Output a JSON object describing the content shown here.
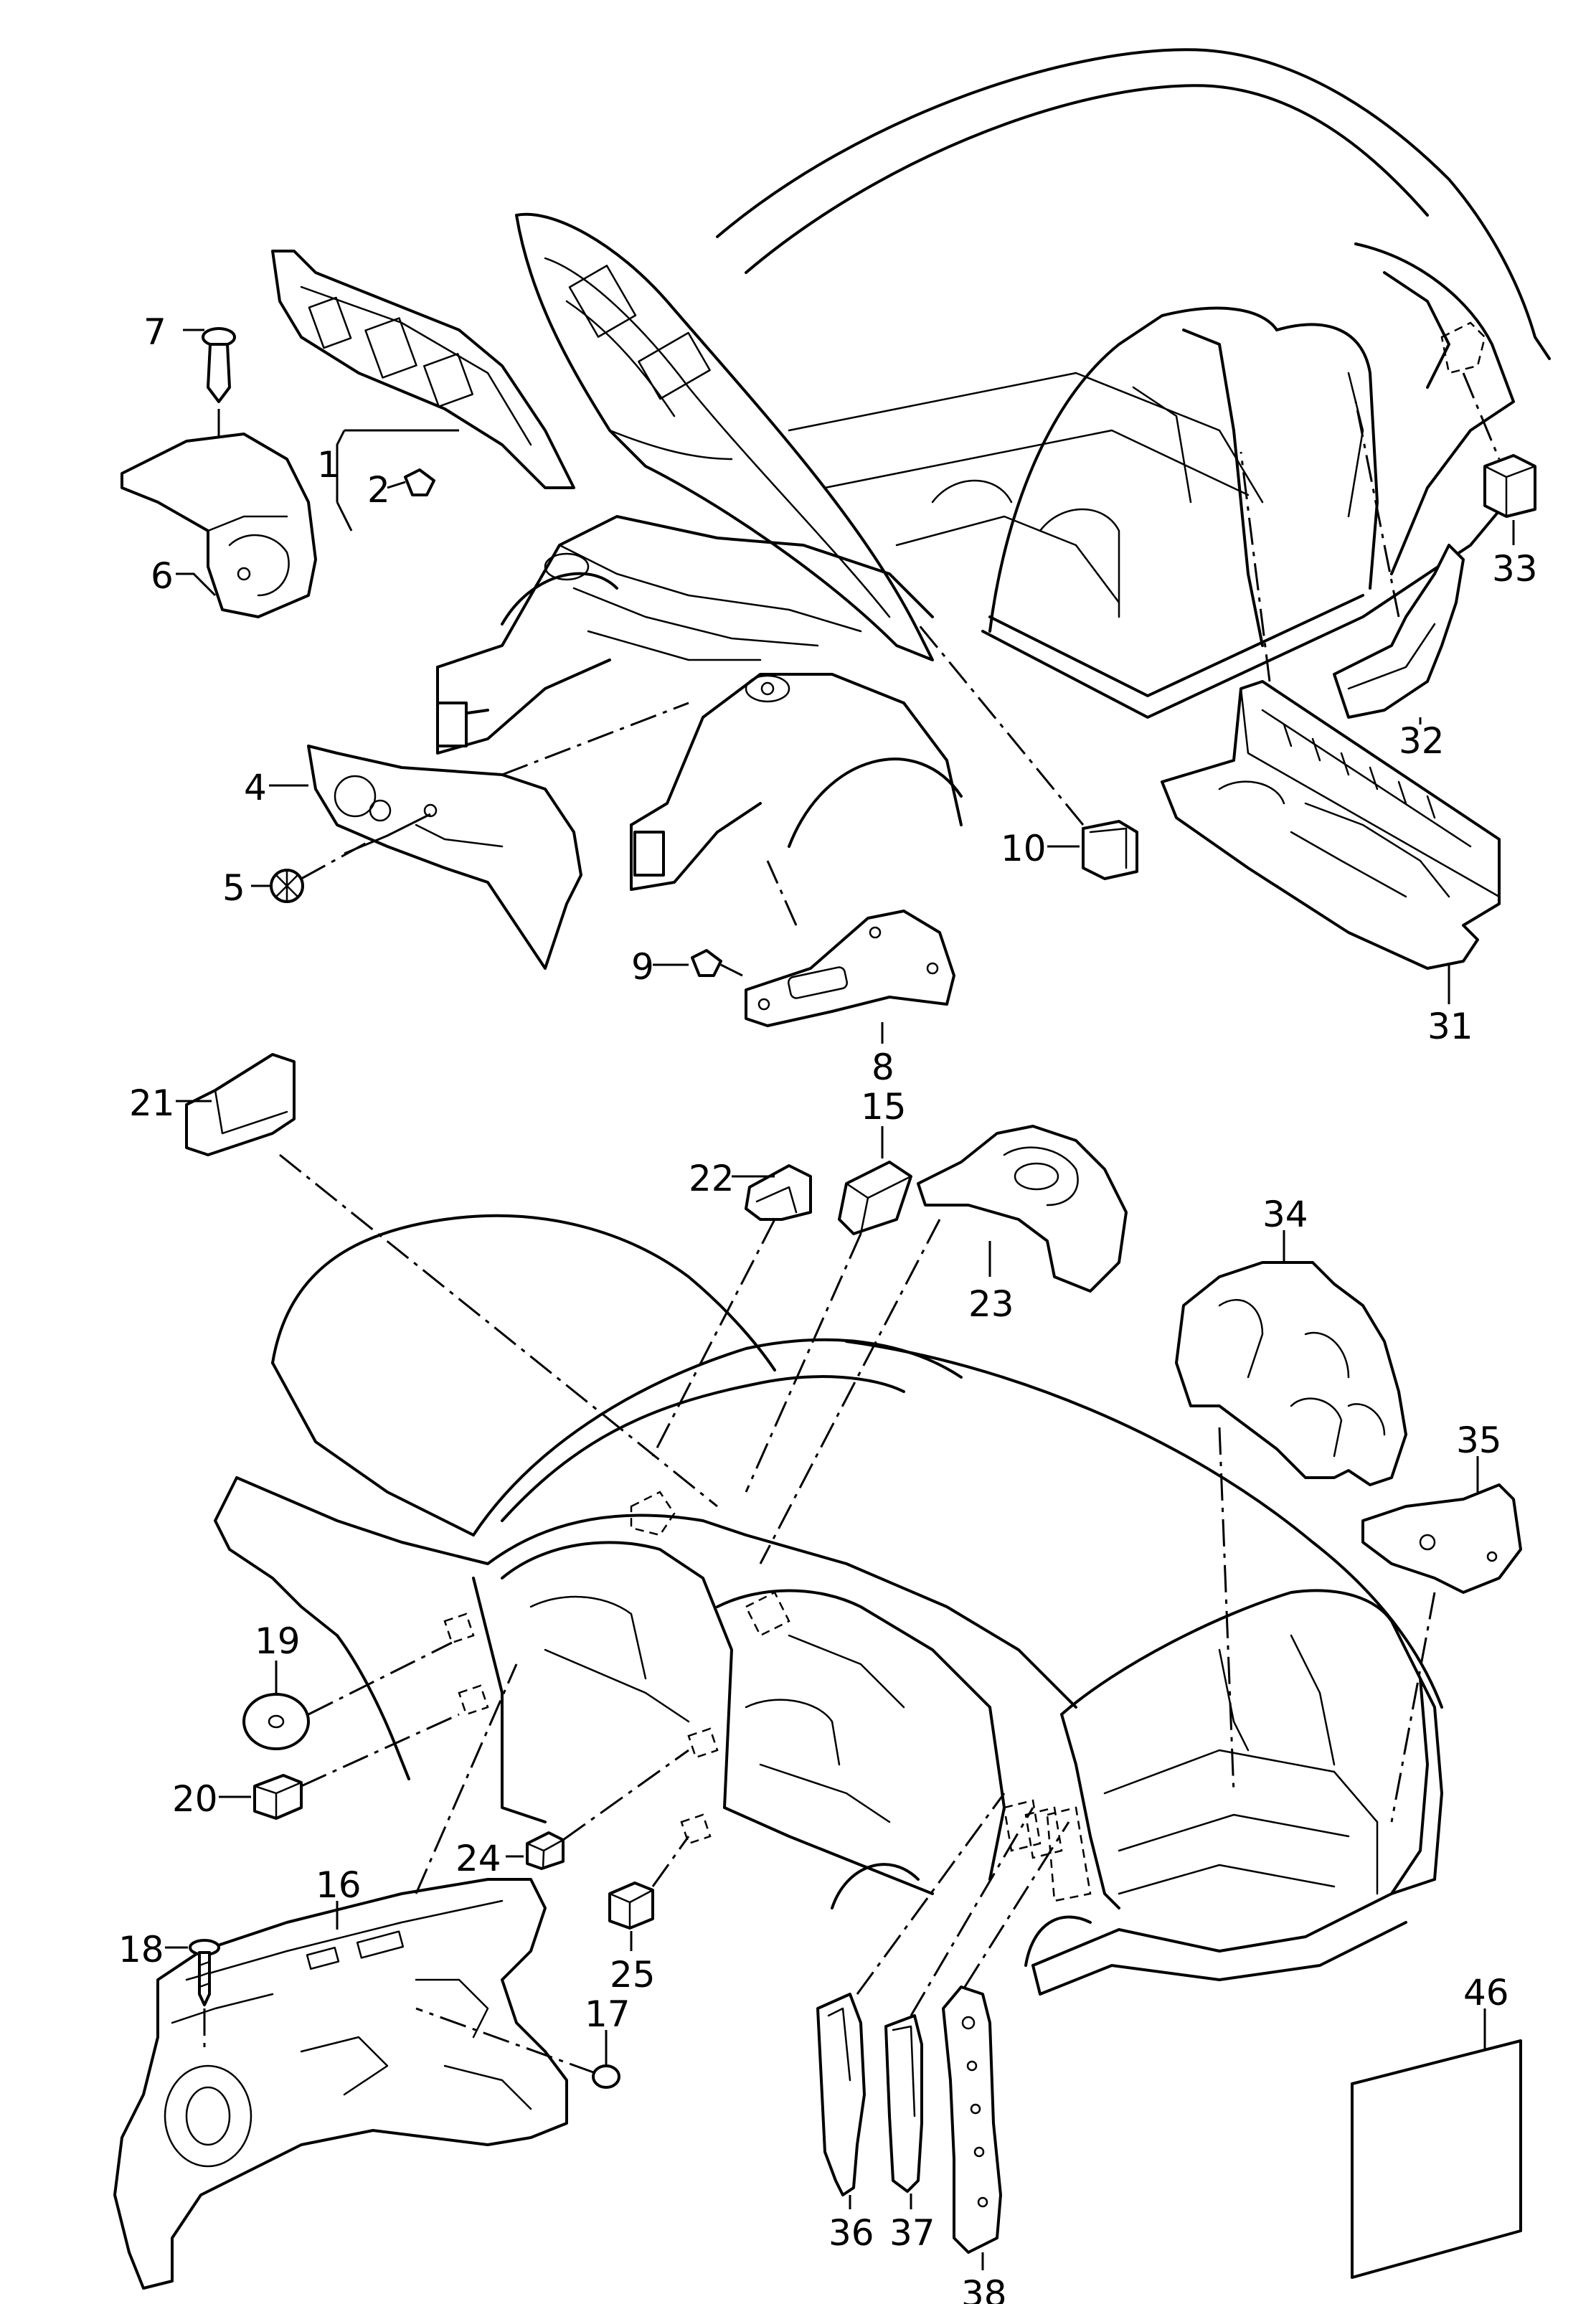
{
  "labels": {
    "l1": "1",
    "l2": "2",
    "l4": "4",
    "l5": "5",
    "l6": "6",
    "l7": "7",
    "l8": "8",
    "l9": "9",
    "l10": "10",
    "l15": "15",
    "l16": "16",
    "l17": "17",
    "l18": "18",
    "l19": "19",
    "l20": "20",
    "l21": "21",
    "l22": "22",
    "l23": "23",
    "l24": "24",
    "l25": "25",
    "l31": "31",
    "l32": "32",
    "l33": "33",
    "l34": "34",
    "l35": "35",
    "l36": "36",
    "l37": "37",
    "l38": "38",
    "l46": "46"
  }
}
